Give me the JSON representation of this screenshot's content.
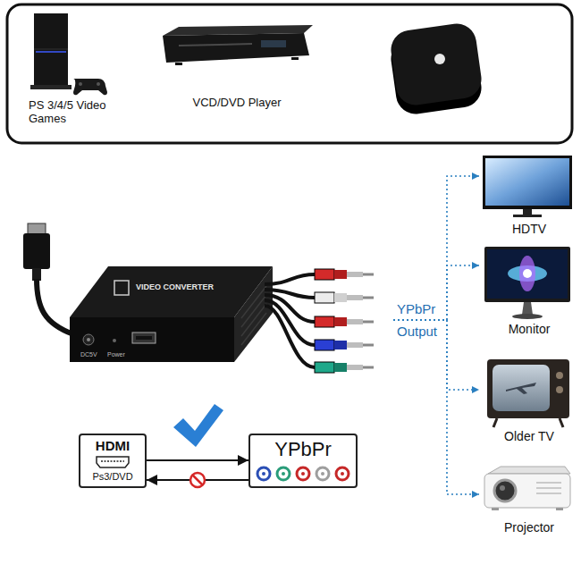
{
  "diagram": {
    "nodes": [
      {
        "text": [
          "PS 3/4/5 Video Games"
        ]
      },
      {
        "text": [
          "VCD/DVD Player"
        ]
      },
      {
        "text": [
          "VIDEO CONVERTER"
        ]
      },
      {
        "text": [
          "HDTV"
        ]
      },
      {
        "text": [
          "Monitor"
        ]
      },
      {
        "text": [
          "Older TV"
        ]
      },
      {
        "text": [
          "Projector"
        ]
      },
      {
        "text": [
          "HDMI",
          "Ps3/DVD"
        ]
      },
      {
        "text": [
          "YPbPr"
        ]
      }
    ],
    "edges": [
      {
        "from": 2,
        "to": 3,
        "arrow": "to"
      },
      {
        "from": 2,
        "to": 4,
        "arrow": "to"
      },
      {
        "from": 2,
        "to": 5,
        "arrow": "to"
      },
      {
        "from": 2,
        "to": 6,
        "arrow": "to"
      },
      {
        "from": 7,
        "to": 8,
        "arrow": "to"
      },
      {
        "from": 8,
        "to": 7,
        "arrow": "to"
      }
    ],
    "labels": [
      "YPbPr",
      "Output",
      "DC5V",
      "Power"
    ]
  }
}
